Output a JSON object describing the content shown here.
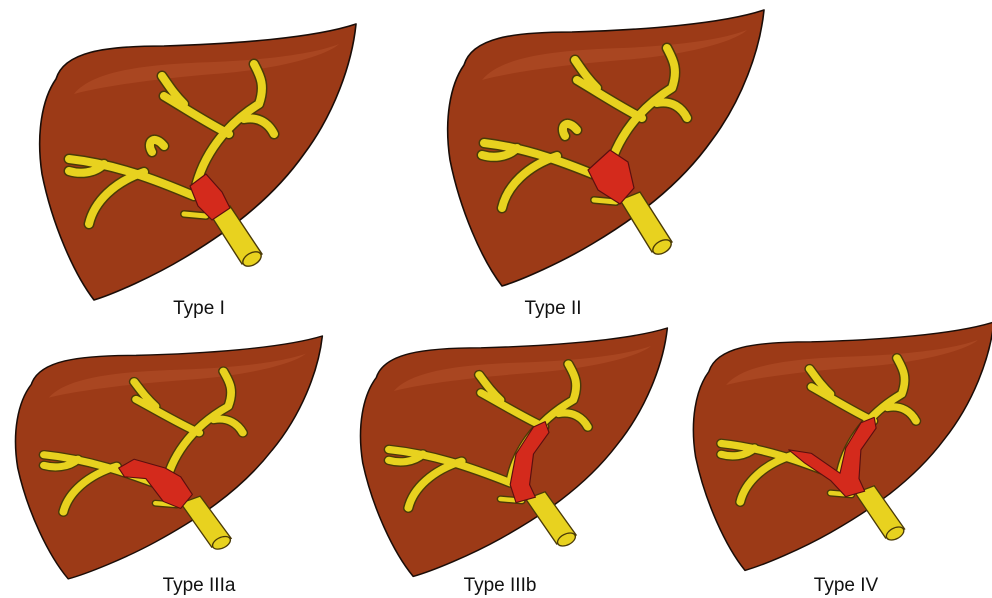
{
  "colors": {
    "liver": "#9c3a17",
    "liver_highlight": "#b5502a",
    "liver_outline": "#1a0d08",
    "duct": "#e8d21f",
    "duct_outline": "#4a3a08",
    "lesion": "#d42a1c"
  },
  "panels": [
    {
      "caption": "Type I"
    },
    {
      "caption": "Type II"
    },
    {
      "caption": "Type IIIa"
    },
    {
      "caption": "Type IIIb"
    },
    {
      "caption": "Type IV"
    }
  ]
}
